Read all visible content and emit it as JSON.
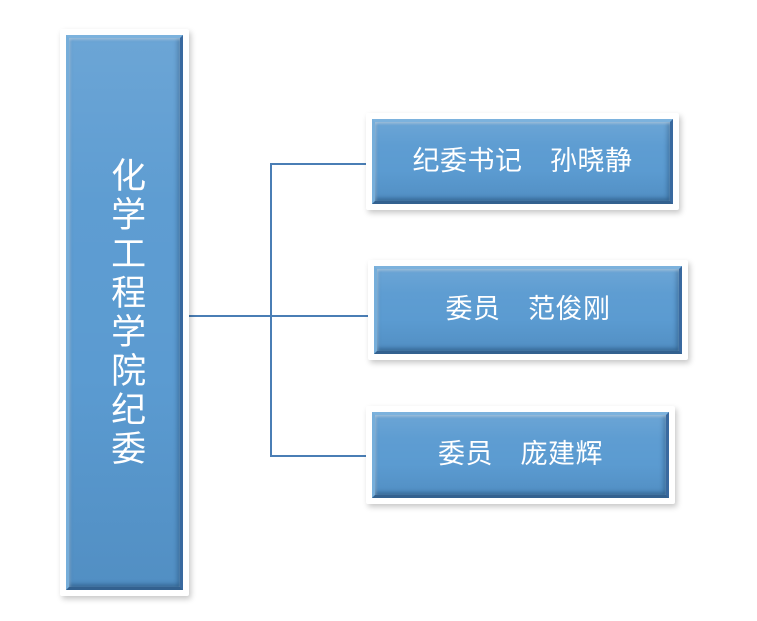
{
  "diagram": {
    "type": "organizational-chart",
    "orientation": "horizontal",
    "accent_color": "#5b9bd1",
    "connector_color": "#4a7eb5",
    "text_color": "#ffffff",
    "background_color": "#ffffff",
    "root": {
      "label": "化学工程学院纪委",
      "text_direction": "vertical"
    },
    "children": [
      {
        "label": "纪委书记　孙晓静",
        "role": "纪委书记",
        "name": "孙晓静"
      },
      {
        "label": "委员　范俊刚",
        "role": "委员",
        "name": "范俊刚"
      },
      {
        "label": "委员　庞建辉",
        "role": "委员",
        "name": "庞建辉"
      }
    ]
  }
}
